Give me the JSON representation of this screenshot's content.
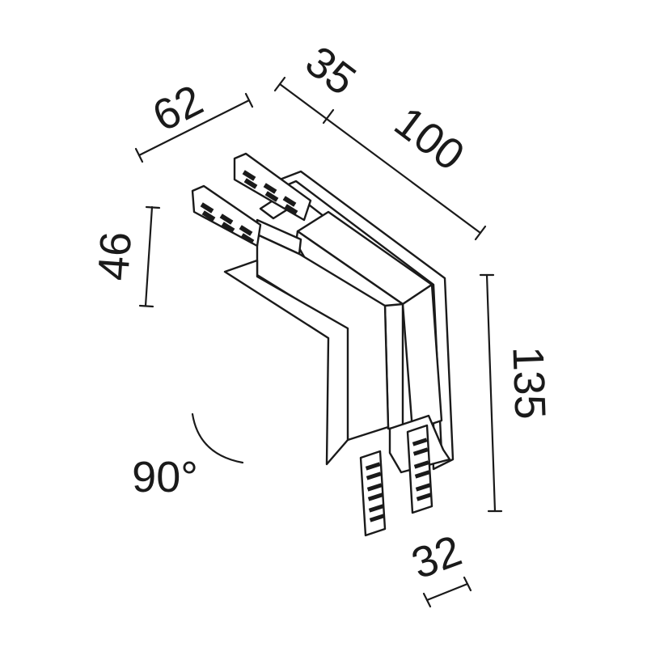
{
  "dimensions": {
    "width_left": "62",
    "depth_top": "35",
    "length_top": "100",
    "height_left": "46",
    "height_right": "135",
    "width_bottom": "32",
    "angle": "90°"
  }
}
